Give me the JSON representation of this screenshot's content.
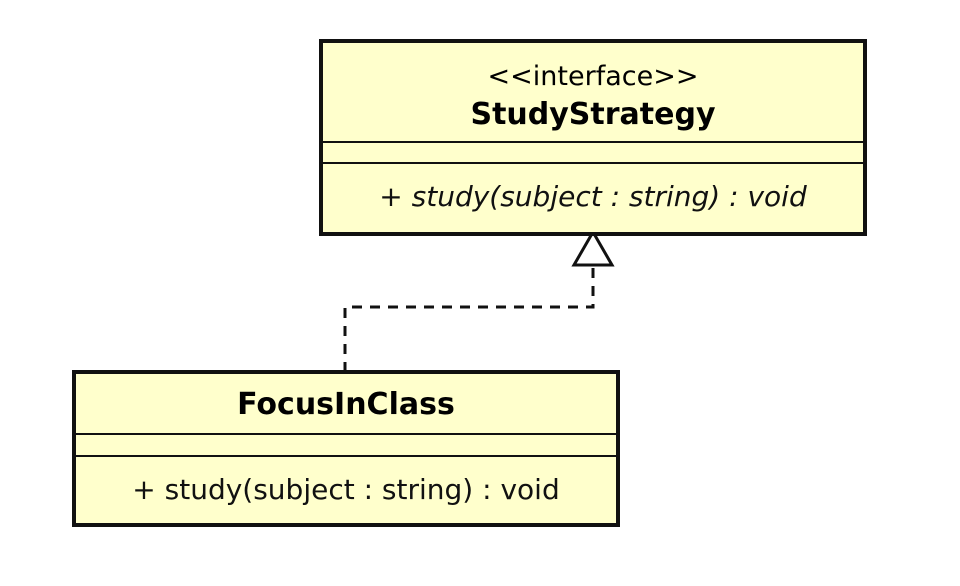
{
  "colors": {
    "class_fill": "#ffffcc",
    "stroke": "#111111",
    "background": "#ffffff"
  },
  "interface": {
    "stereotype": "<<interface>>",
    "name": "StudyStrategy",
    "operation": "+ study(subject : string) : void"
  },
  "class": {
    "name": "FocusInClass",
    "operation": "+ study(subject : string) : void"
  },
  "relationship": {
    "type": "realization",
    "from": "FocusInClass",
    "to": "StudyStrategy"
  }
}
